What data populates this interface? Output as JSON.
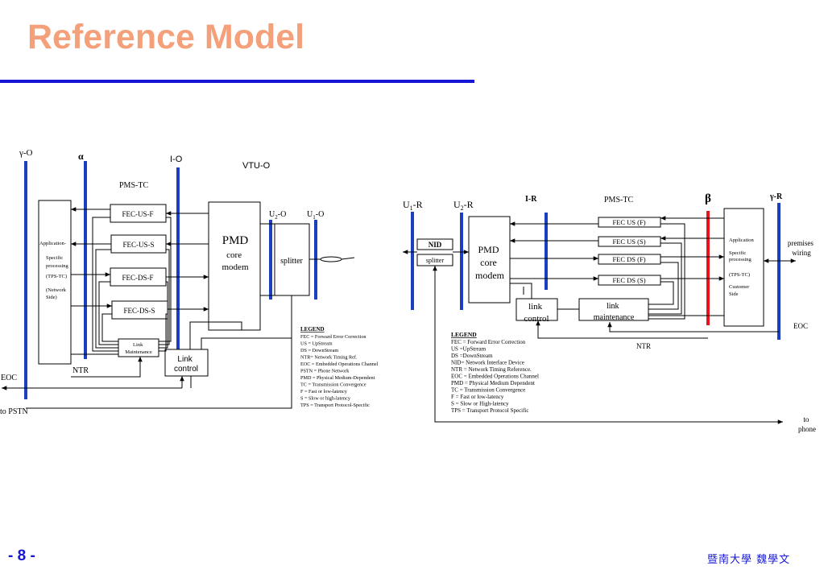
{
  "slide": {
    "title": "Reference Model",
    "page_number": "- 8 -",
    "author": "暨南大學 魏學文"
  },
  "left": {
    "ref_points": {
      "gamma_o": "γ-O",
      "alpha": "α",
      "i_o": "I-O",
      "vtu_o": "VTU-O",
      "u2_o_main": "U",
      "u2_o_sub": "2",
      "u2_o_suffix": "-O",
      "u1_o_main": "U",
      "u1_o_sub": "1",
      "u1_o_suffix": "-O"
    },
    "pms_tc": "PMS-TC",
    "fec_boxes": [
      "FEC-US-F",
      "FEC-US-S",
      "FEC-DS-F",
      "FEC-DS-S"
    ],
    "app_lines": [
      "Application-",
      "Specific",
      "processing",
      "(TPS-TC)",
      "(Network",
      "Side)"
    ],
    "pmd": [
      "PMD",
      "core",
      "modem"
    ],
    "splitter": "splitter",
    "link_maintenance": [
      "Link",
      "Maintenance"
    ],
    "link_control": [
      "Link",
      "control"
    ],
    "ntr": "NTR",
    "eoc": "EOC",
    "to_pstn": "to PSTN",
    "legend_title": "LEGEND",
    "legend": [
      "FEC = Forward Error Correction",
      "US   = UpStream",
      "DS   = DownStream",
      "NTR= Network Timing Ref.",
      "EOC = Embedded Operations Channel",
      "PSTN = Phone Network",
      "PMD = Physical Medium-Dependent",
      "TC    = Transmission Convergence",
      "F       = Fast or low-latency",
      "S       = Slow or high-latency",
      "TPS   = Transport Protocol-Specific"
    ]
  },
  "right": {
    "ref_points": {
      "u1_r_main": "U",
      "u1_r_sub": "1",
      "u1_r_suffix": "-R",
      "u2_r_main": "U",
      "u2_r_sub": "2",
      "u2_r_suffix": "-R",
      "i_r": "I-R",
      "pms_tc": "PMS-TC",
      "beta": "β",
      "gamma_r": "γ-R"
    },
    "nid": "NID",
    "splitter": "splitter",
    "pmd": [
      "PMD",
      "core",
      "modem"
    ],
    "fec_boxes": [
      "FEC US (F)",
      "FEC US (S)",
      "FEC DS (F)",
      "FEC DS (S)"
    ],
    "app_lines": [
      "Application",
      "Specific",
      "processing",
      "(TPS-TC)",
      "Customer",
      "Side"
    ],
    "premises": [
      "premises",
      "wiring"
    ],
    "link_control": [
      "link",
      "control"
    ],
    "link_maintenance": [
      "link",
      "maintenance"
    ],
    "eoc": "EOC",
    "ntr": "NTR",
    "to_phone": [
      "to",
      "phone"
    ],
    "legend_title": "LEGEND",
    "legend": [
      "FEC = Forward Error Correction",
      "US    =UpStream",
      "DS    =DownStream",
      "NID= Network Interface Device",
      "NTR = Network Timing Reference.",
      "EOC = Embedded Operations Channel",
      "PMD = Physical Medium Dependent",
      "TC      = Transmission Convergence",
      "F        = Fast or low-latency",
      "S        = Slow or High-latency",
      "TPS   = Transport Protocol Specific"
    ]
  }
}
